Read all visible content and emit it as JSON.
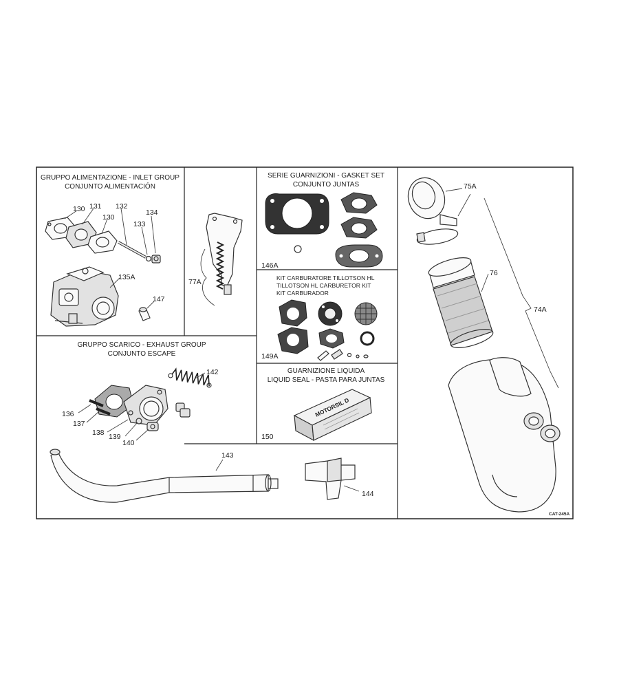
{
  "sections": {
    "inlet": {
      "title1": "GRUPPO ALIMENTAZIONE - INLET GROUP",
      "title2": "CONJUNTO ALIMENTACIÓN"
    },
    "gasket": {
      "title1": "SERIE GUARNIZIONI - GASKET SET",
      "title2": "CONJUNTO JUNTAS"
    },
    "carb_kit": {
      "title1": "KIT CARBURATORE TILLOTSON HL",
      "title2": "TILLOTSON HL CARBURETOR KIT",
      "title3": "KIT CARBURADOR"
    },
    "liquid": {
      "title1": "GUARNIZIONE LIQUIDA",
      "title2": "LIQUID SEAL - PASTA PARA JUNTAS",
      "product": "MOTORSIL D"
    },
    "exhaust": {
      "title1": "GRUPPO SCARICO - EXHAUST GROUP",
      "title2": "CONJUNTO ESCAPE"
    }
  },
  "labels": {
    "p130a": "130",
    "p131": "131",
    "p132": "132",
    "p130b": "130",
    "p133": "133",
    "p134": "134",
    "p135a": "135A",
    "p147": "147",
    "p77a": "77A",
    "p146a": "146A",
    "p149a": "149A",
    "p150": "150",
    "p75a": "75A",
    "p76": "76",
    "p74a": "74A",
    "p142": "142",
    "p136": "136",
    "p137": "137",
    "p138": "138",
    "p139": "139",
    "p140": "140",
    "p143": "143",
    "p144": "144"
  },
  "catalog_code": "CAT-245A"
}
